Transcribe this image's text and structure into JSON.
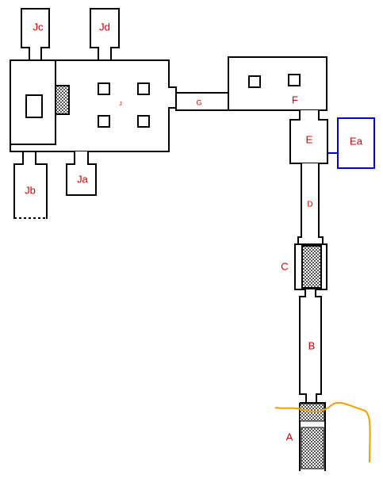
{
  "diagram": {
    "colors": {
      "wall": "#000000",
      "label": "#d40000",
      "annex_wall": "#0000cc",
      "ground_line": "#f0a000",
      "stairs": "#888888"
    },
    "labels": {
      "Jc": "Jc",
      "Jd": "Jd",
      "J": "J",
      "Jb": "Jb",
      "Ja": "Ja",
      "G": "G",
      "F": "F",
      "E": "E",
      "Ea": "Ea",
      "D": "D",
      "C": "C",
      "B": "B",
      "A": "A"
    }
  }
}
